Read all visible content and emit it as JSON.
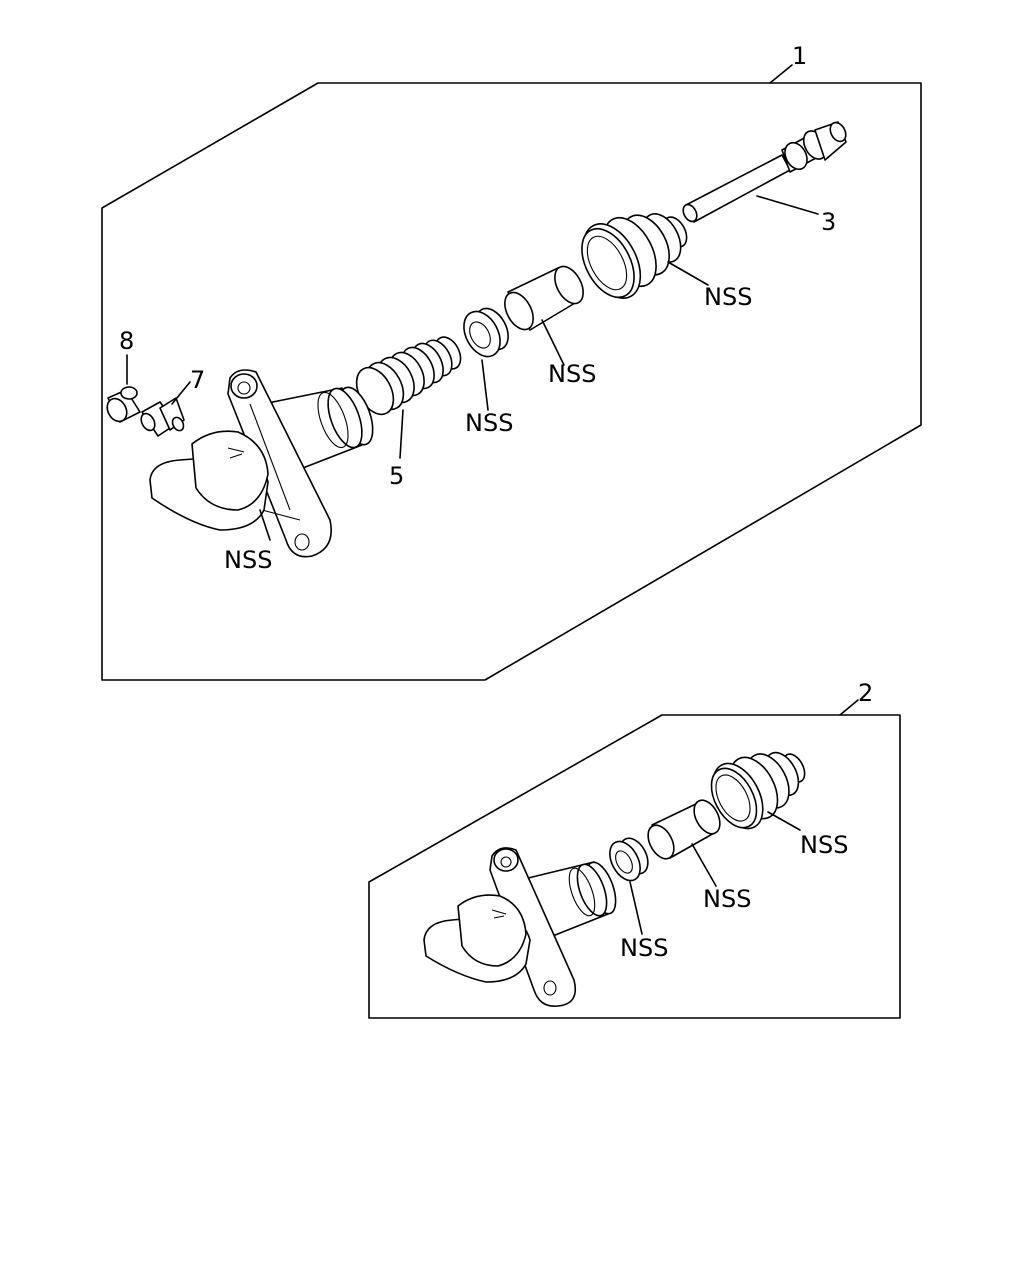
{
  "diagram": {
    "kit1": {
      "number": "1",
      "labels": {
        "pushrod": "3",
        "spring": "5",
        "bleeder": "7",
        "cap": "8",
        "boot": "NSS",
        "piston": "NSS",
        "cup": "NSS",
        "body": "NSS"
      }
    },
    "kit2": {
      "number": "2",
      "labels": {
        "boot": "NSS",
        "piston": "NSS",
        "cup": "NSS"
      }
    }
  }
}
